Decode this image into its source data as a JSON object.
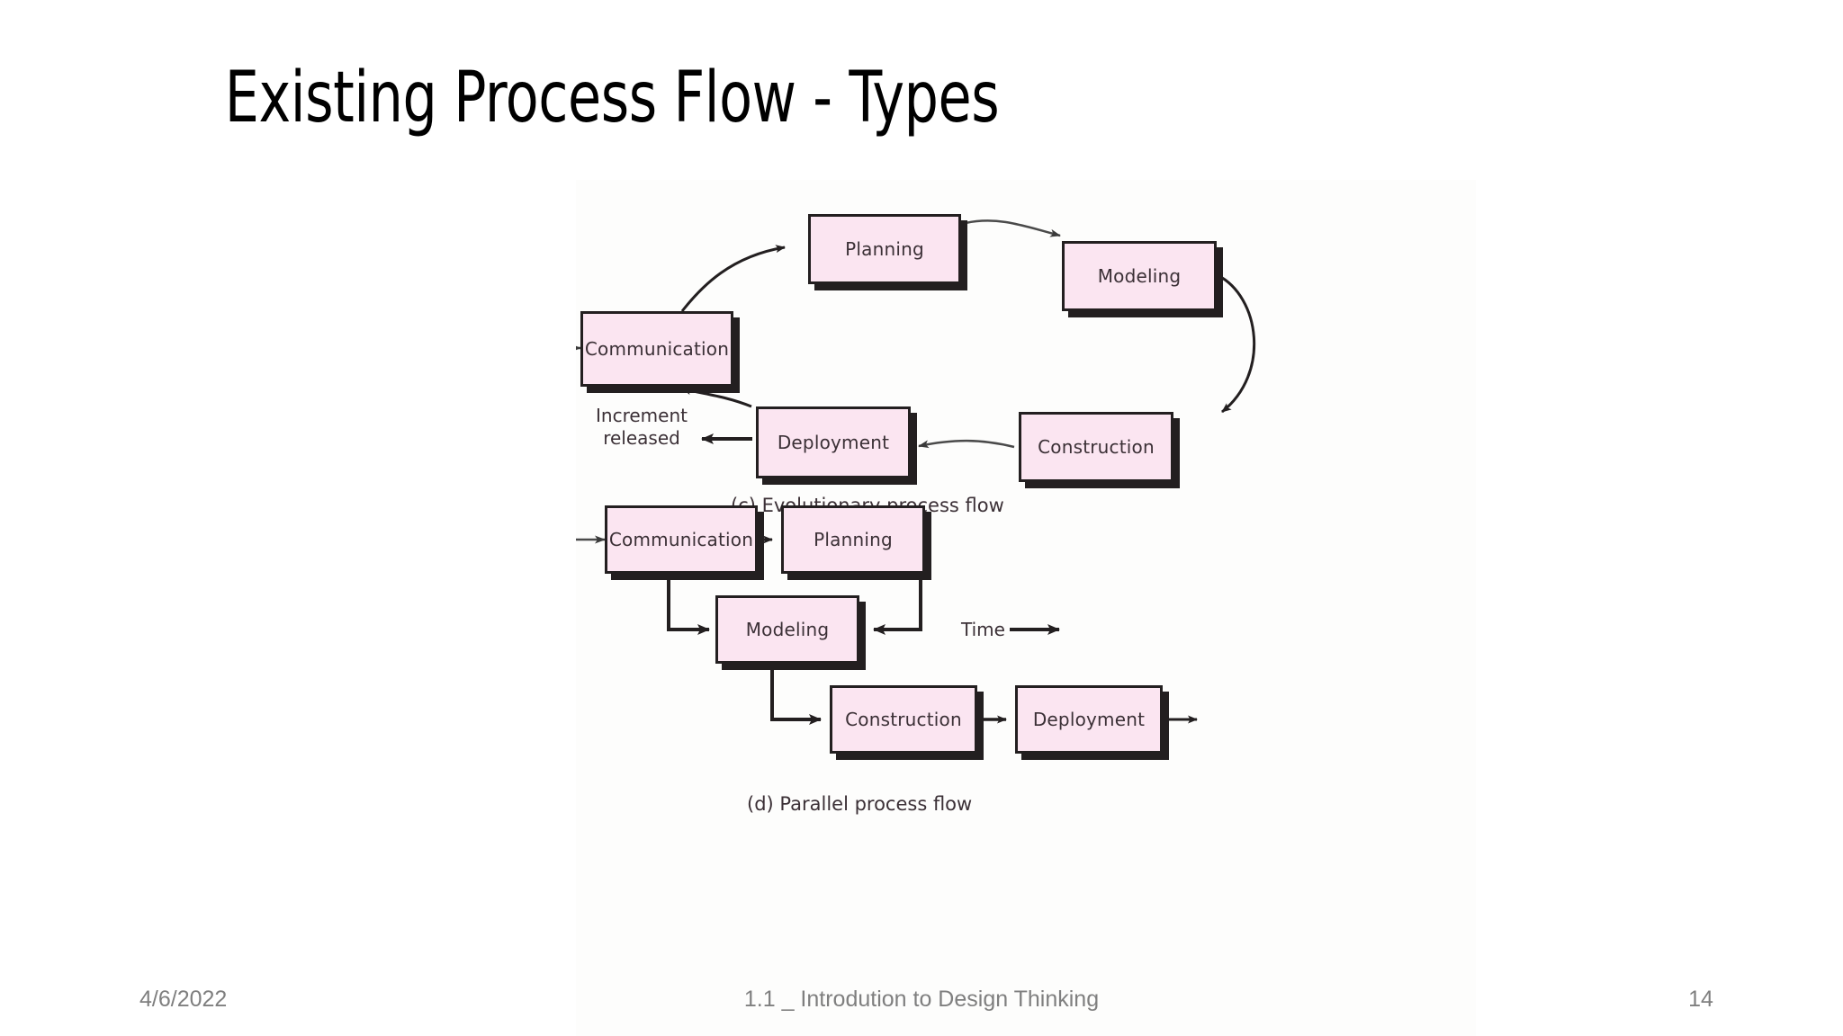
{
  "slide": {
    "title": "Existing Process Flow - Types",
    "background_color": "#ffffff",
    "title_color": "#000000"
  },
  "figure": {
    "box_fill": "#fbe5f1",
    "box_border": "#231f20",
    "text_color": "#3b3036",
    "evolutionary": {
      "caption": "(c) Evolutionary process flow",
      "boxes": [
        {
          "id": "communication",
          "label": "Communication"
        },
        {
          "id": "planning",
          "label": "Planning"
        },
        {
          "id": "modeling",
          "label": "Modeling"
        },
        {
          "id": "construction",
          "label": "Construction"
        },
        {
          "id": "deployment",
          "label": "Deployment"
        }
      ],
      "labels": {
        "increment_line1": "Increment",
        "increment_line2": "released"
      }
    },
    "parallel": {
      "caption": "(d) Parallel process flow",
      "boxes": [
        {
          "id": "communication",
          "label": "Communication"
        },
        {
          "id": "planning",
          "label": "Planning"
        },
        {
          "id": "modeling",
          "label": "Modeling"
        },
        {
          "id": "construction",
          "label": "Construction"
        },
        {
          "id": "deployment",
          "label": "Deployment"
        }
      ],
      "labels": {
        "time": "Time"
      }
    }
  },
  "footer": {
    "date": "4/6/2022",
    "title": "1.1 _ Introdution to Design Thinking",
    "page_number": "14",
    "color": "#7f7f7f"
  }
}
